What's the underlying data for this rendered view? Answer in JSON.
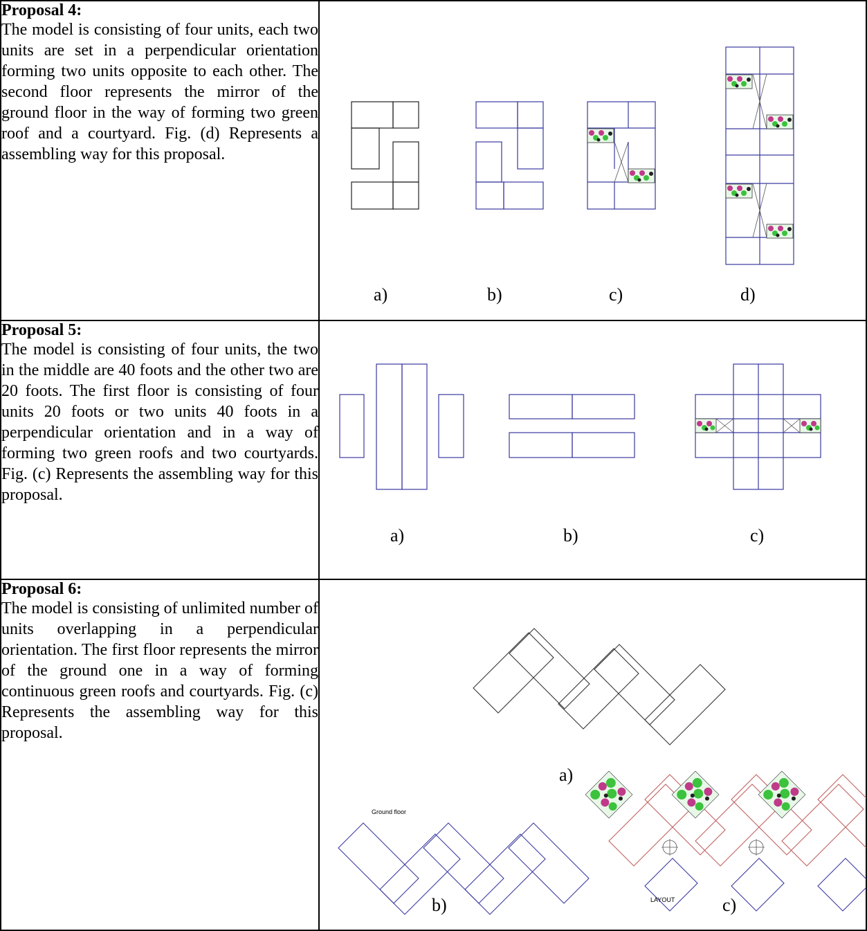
{
  "proposals": [
    {
      "title": "Proposal 4:",
      "body": "The model is consisting of four units, each two units are set in a perpendicular orientation forming two units opposite to each other. The second floor represents the mirror of the ground floor in the way of forming two green roof and a courtyard. Fig. (d) Represents a assembling way for this proposal.",
      "captions": [
        "a)",
        "b)",
        "c)",
        "d)"
      ]
    },
    {
      "title": "Proposal 5:",
      "body": "The model is consisting of four units, the two in the middle are 40 foots and the other two are 20 foots. The first floor is consisting of four units 20 foots or two units 40 foots in a perpendicular orientation and in a way of forming two green roofs and two courtyards. Fig. (c) Represents the assembling way for this proposal.",
      "captions": [
        "a)",
        "b)",
        "c)"
      ]
    },
    {
      "title": "Proposal 6:",
      "body": "The model is consisting of unlimited number of units overlapping in a perpendicular orientation. The first floor represents the mirror of the ground one in a way of forming continuous green roofs and courtyards. Fig. (c) Represents the assembling way for this proposal.",
      "captions": [
        "a)",
        "b)",
        "c)"
      ],
      "labels": {
        "ground_floor": "Ground floor",
        "layout": "LAYOUT"
      }
    }
  ],
  "colors": {
    "border": "#000000",
    "plan_black": "#222222",
    "plan_blue": "#3a3aa0",
    "plan_red": "#c06060",
    "green": "#3cc23c",
    "magenta": "#c03a8a"
  }
}
